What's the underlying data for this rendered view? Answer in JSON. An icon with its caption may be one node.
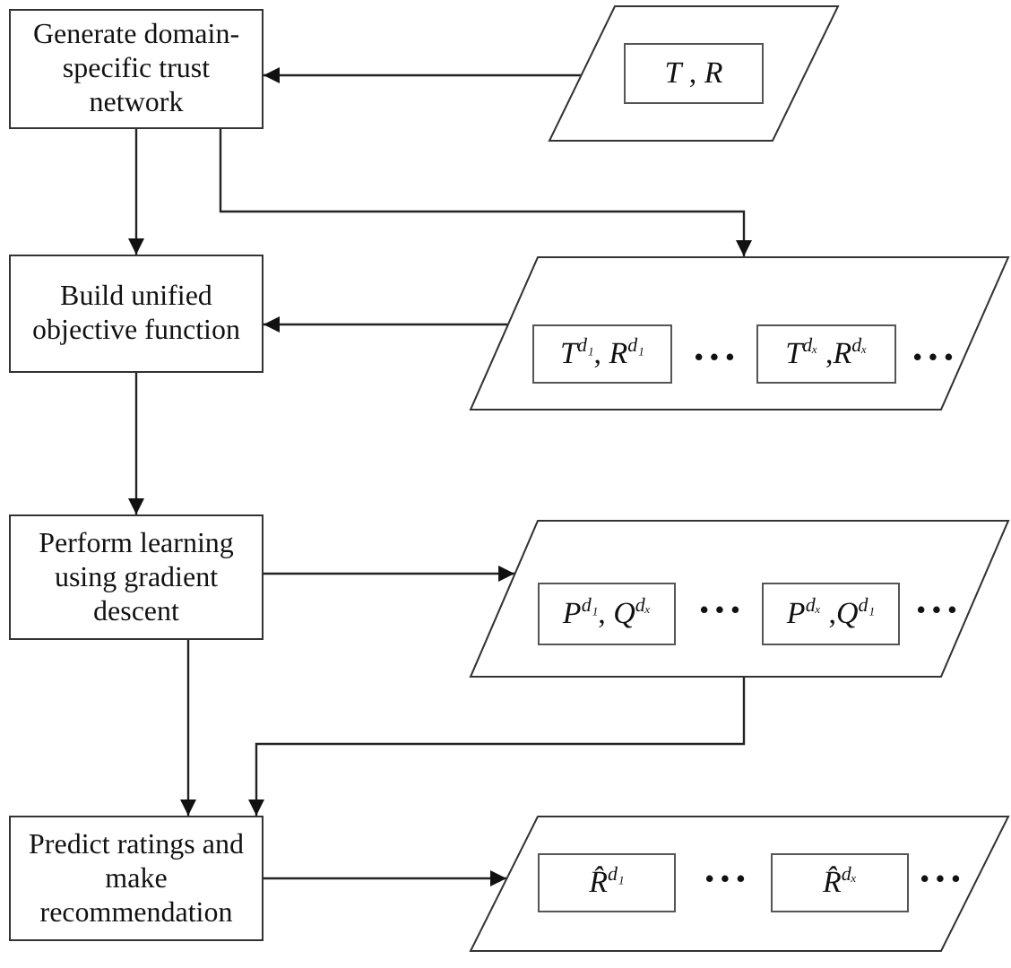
{
  "diagram": {
    "nodes": [
      {
        "text": [
          "Generate domain-specific trust network"
        ]
      },
      {
        "text": [],
        "shape": "parallelogram"
      },
      {
        "text": [
          "*T* , *R*"
        ],
        "in": 1
      },
      {
        "text": [
          "Build unified objective function"
        ]
      },
      {
        "text": [],
        "shape": "parallelogram"
      },
      {
        "text": [
          "*T*$^{d₁}$, *R*$^{d₁}$"
        ],
        "in": 4
      },
      {
        "text": [
          "*T*$^{dₓ}$ ,*R*$^{dₓ}$"
        ],
        "in": 4
      },
      {
        "text": [
          "Perform learning using gradient descent"
        ]
      },
      {
        "text": [],
        "shape": "parallelogram"
      },
      {
        "text": [
          "*P*$^{d₁}$, *Q*$^{dₓ}$"
        ],
        "in": 8
      },
      {
        "text": [
          "*P*$^{dₓ}$ ,*Q*$^{d₁}$"
        ],
        "in": 8
      },
      {
        "text": [
          "Predict ratings and make recommendation"
        ]
      },
      {
        "text": [],
        "shape": "parallelogram"
      },
      {
        "text": [
          "*R̂*$^{d₁}$"
        ],
        "in": 12
      },
      {
        "text": [
          "*R̂*$^{dₓ}$"
        ],
        "in": 12
      }
    ],
    "edges": [
      {
        "from": 1,
        "to": 0,
        "arrow": "to"
      },
      {
        "from": 0,
        "to": 3,
        "arrow": "to"
      },
      {
        "from": 0,
        "to": 4,
        "arrow": "to"
      },
      {
        "from": 4,
        "to": 3,
        "arrow": "to"
      },
      {
        "from": 3,
        "to": 7,
        "arrow": "to"
      },
      {
        "from": 7,
        "to": 8,
        "arrow": "to"
      },
      {
        "from": 7,
        "to": 11,
        "arrow": "to"
      },
      {
        "from": 8,
        "to": 11,
        "arrow": "to"
      },
      {
        "from": 11,
        "to": 12,
        "arrow": "to"
      }
    ],
    "labels": [
      "•••",
      "•••",
      "•••",
      "•••",
      "•••",
      "•••"
    ]
  }
}
